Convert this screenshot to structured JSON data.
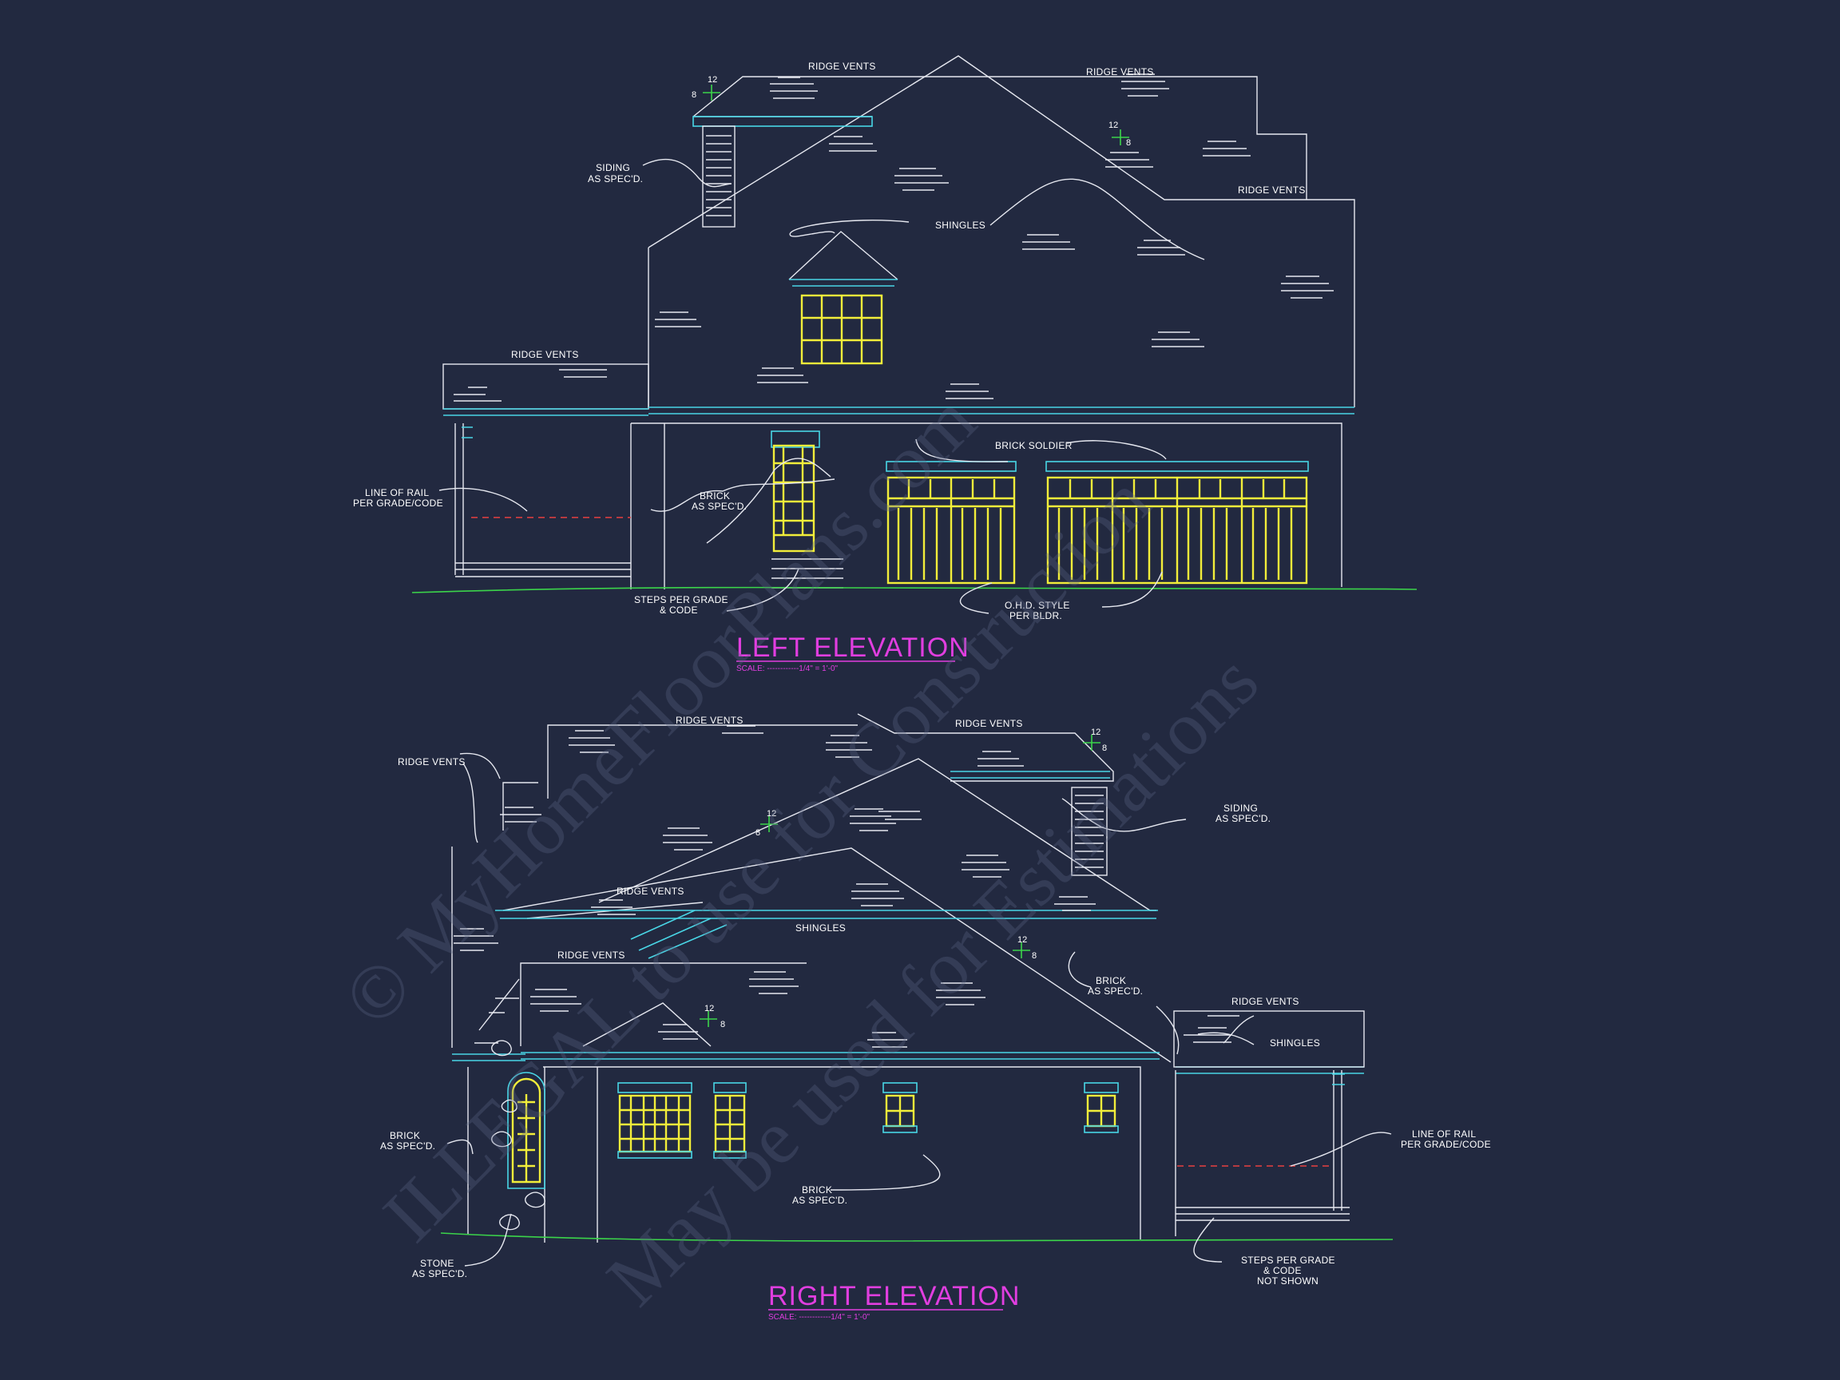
{
  "notes_left": {
    "ridge_vents_1": "RIDGE VENTS",
    "ridge_vents_2": "RIDGE VENTS",
    "ridge_vents_3": "RIDGE VENTS",
    "ridge_vents_4": "RIDGE VENTS",
    "siding_1": "SIDING",
    "siding_2": "AS SPEC'D.",
    "shingles": "SHINGLES",
    "brick_soldier": "BRICK SOLDIER",
    "line_of_rail_1": "LINE OF RAIL",
    "line_of_rail_2": "PER GRADE/CODE",
    "brick_1": "BRICK",
    "brick_2": "AS SPEC'D.",
    "steps_1": "STEPS PER GRADE",
    "steps_2": "& CODE",
    "ohd_1": "O.H.D. STYLE",
    "ohd_2": "PER BLDR."
  },
  "notes_right": {
    "ridge_vents_1": "RIDGE VENTS",
    "ridge_vents_2": "RIDGE VENTS",
    "ridge_vents_3": "RIDGE VENTS",
    "ridge_vents_4": "RIDGE VENTS",
    "ridge_vents_5": "RIDGE VENTS",
    "ridge_vents_6": "RIDGE VENTS",
    "siding_1": "SIDING",
    "siding_2": "AS SPEC'D.",
    "shingles_1": "SHINGLES",
    "shingles_2": "SHINGLES",
    "brick_a1": "BRICK",
    "brick_a2": "AS SPEC'D.",
    "brick_b1": "BRICK",
    "brick_b2": "AS SPEC'D.",
    "brick_c1": "BRICK",
    "brick_c2": "AS SPEC'D.",
    "stone_1": "STONE",
    "stone_2": "AS SPEC'D.",
    "line_of_rail_1": "LINE OF RAIL",
    "line_of_rail_2": "PER GRADE/CODE",
    "steps_1": "STEPS PER GRADE",
    "steps_2": "& CODE",
    "steps_3": "NOT SHOWN"
  },
  "pitch": {
    "rise": "8",
    "run": "12"
  },
  "titles": {
    "left_title": "LEFT ELEVATION",
    "left_scale": "SCALE: ------------1/4\" = 1'-0\"",
    "right_title": "RIGHT ELEVATION",
    "right_scale": "SCALE: ------------1/4\" = 1'-0\""
  },
  "watermark": {
    "line1": "© MyHomeFloorPlans.com",
    "line2": "ILLEGAL to use for Construction",
    "line3": "May be used for Estimations"
  },
  "colors": {
    "background": "#222940",
    "linework": "#e6e8f0",
    "trim": "#49d6e6",
    "windows_doors": "#f2ee3a",
    "titles": "#e13ee0",
    "grade": "#3bd44a",
    "rail": "#e84040"
  }
}
